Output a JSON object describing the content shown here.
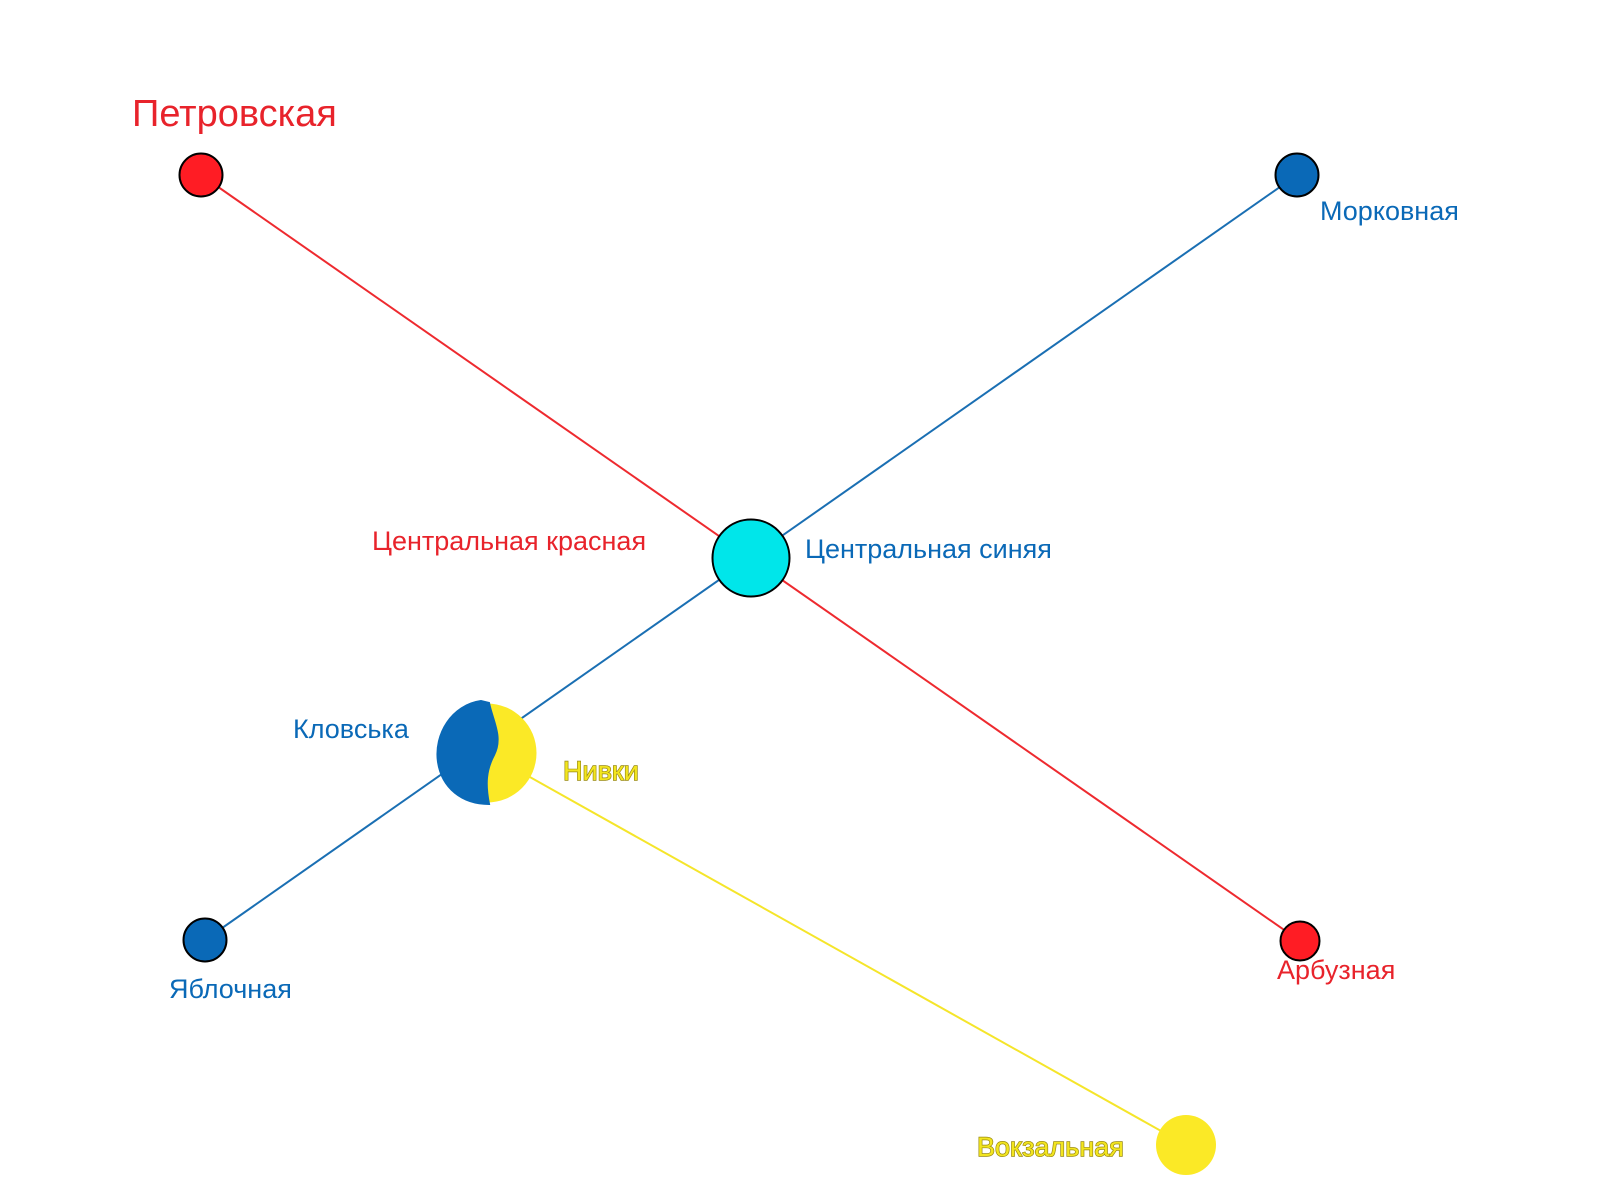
{
  "colors": {
    "red_line": "#ee2a2f",
    "red_station": "#ff1c24",
    "red_text": "#e8232b",
    "blue_line": "#1a6fb3",
    "blue_station": "#0a69b7",
    "blue_text": "#0a69b7",
    "yellow_line": "#f5e52a",
    "yellow_station": "#fbe926",
    "yellow_text": "#f2e51f",
    "yellow_text_outline": "#9a8a10",
    "transfer_fill": "#00e6ea",
    "outline": "#000000",
    "background": "#ffffff"
  },
  "lines": {
    "red": {
      "name": "red-line"
    },
    "blue": {
      "name": "blue-line"
    },
    "yellow": {
      "name": "yellow-line"
    }
  },
  "stations": {
    "petrovskaya": "Петровская",
    "morkovnaya": "Морковная",
    "centralnaya_krasnaya": "Центральная красная",
    "centralnaya_sinyaya": "Центральная синяя",
    "klovska": "Кловська",
    "nivki": "Нивки",
    "yablochnaya": "Яблочная",
    "arbuznaya": "Арбузная",
    "vokzalnaya": "Вокзальная"
  }
}
